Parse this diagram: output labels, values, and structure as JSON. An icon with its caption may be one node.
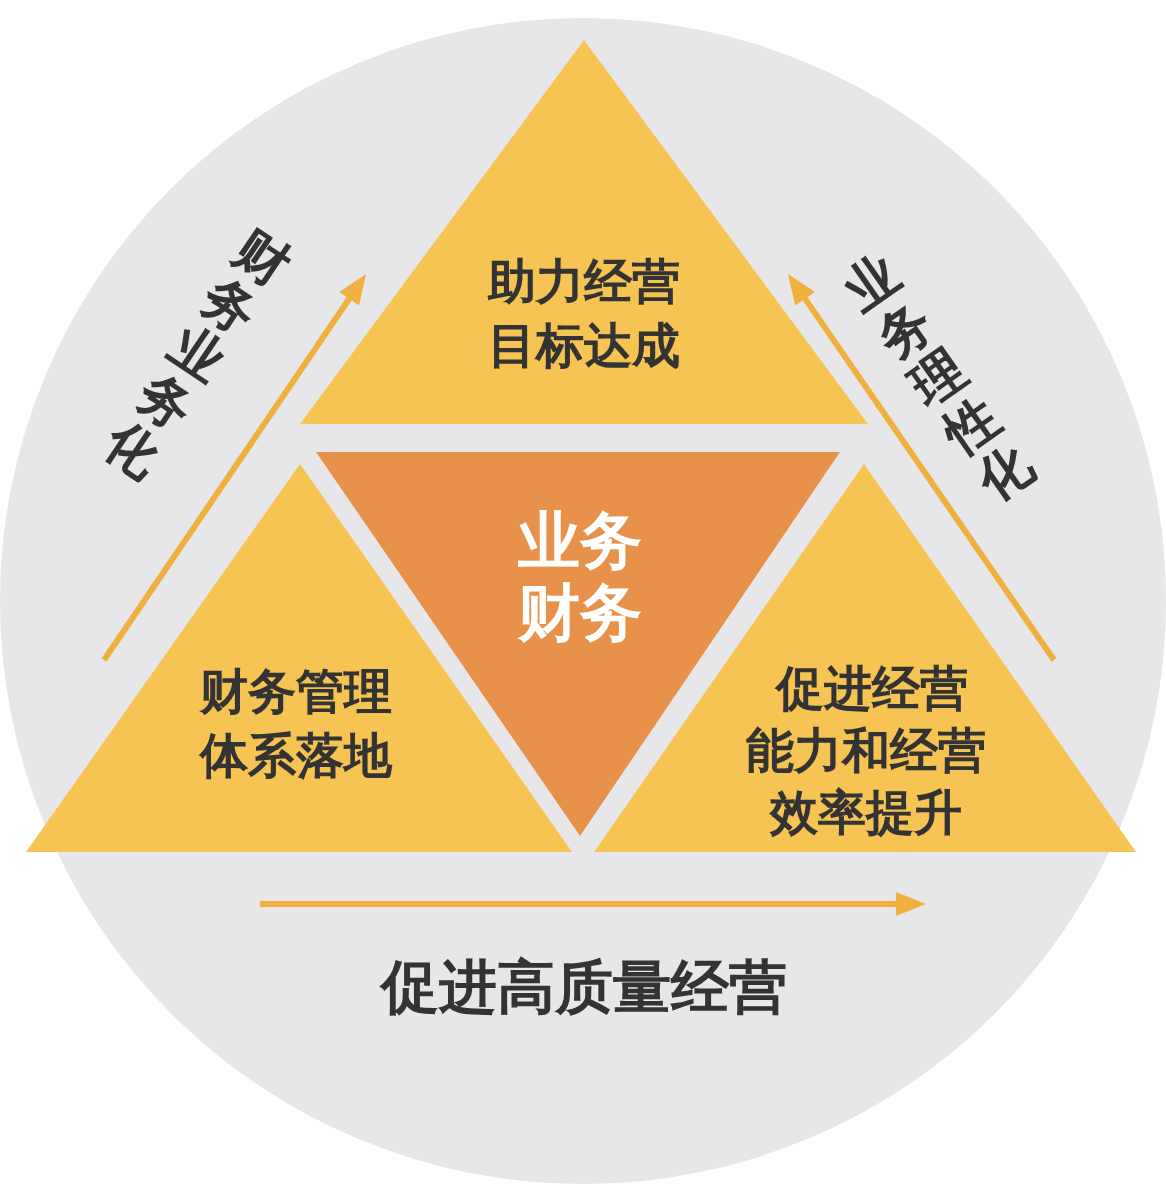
{
  "diagram": {
    "nodes": [
      {
        "text": [
          "助力经营目标达成"
        ]
      },
      {
        "text": [
          "财务管理体系落地"
        ]
      },
      {
        "text": [
          "业务财务"
        ]
      },
      {
        "text": [
          "促进经营能力和经营效率提升"
        ]
      }
    ],
    "labels": [
      "财务业务化",
      "业务理性化",
      "促进高质量经营"
    ]
  }
}
